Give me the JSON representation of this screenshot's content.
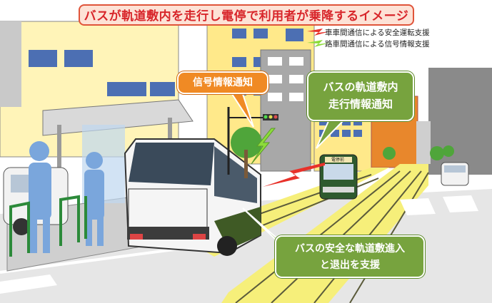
{
  "title": "バスが軌道敷内を走行し電停で利用者が乗降するイメージ",
  "legend": [
    {
      "label": "車車間通信による安全運転支援",
      "color": "#e8312a",
      "icon": "red-lightning-bolt"
    },
    {
      "label": "路車間通信による信号情報支援",
      "color": "#8ddc3a",
      "icon": "green-lightning-bolt"
    }
  ],
  "callouts": {
    "signal": "信号情報通知",
    "track_info": [
      "バスの軌道敷内",
      "走行情報通知"
    ],
    "support": [
      "バスの安全な軌道敷進入",
      "と退出を支援"
    ]
  },
  "tram_sign": "電停前"
}
